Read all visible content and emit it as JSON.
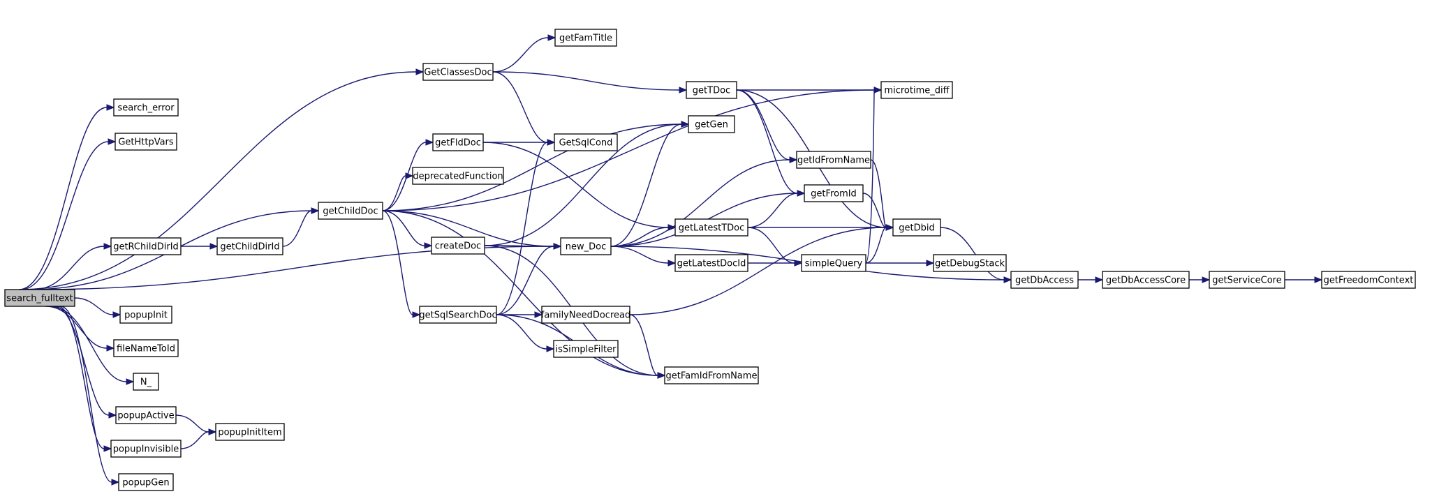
{
  "nodes": {
    "search_fulltext": "search_fulltext",
    "search_error": "search_error",
    "GetHttpVars": "GetHttpVars",
    "getChildDoc": "getChildDoc",
    "getRChildDirId": "getRChildDirId",
    "getChildDirId": "getChildDirId",
    "popupInit": "popupInit",
    "fileNameToId": "fileNameToId",
    "N_": "N_",
    "popupActive": "popupActive",
    "popupInvisible": "popupInvisible",
    "popupInitItem": "popupInitItem",
    "popupGen": "popupGen",
    "GetClassesDoc": "GetClassesDoc",
    "getFamTitle": "getFamTitle",
    "getFldDoc": "getFldDoc",
    "deprecatedFunction": "deprecatedFunction",
    "createDoc": "createDoc",
    "getSqlSearchDoc": "getSqlSearchDoc",
    "GetSqlCond": "GetSqlCond",
    "new_Doc": "new_Doc",
    "familyNeedDocread": "familyNeedDocread",
    "isSimpleFilter": "isSimpleFilter",
    "getTDoc": "getTDoc",
    "getGen": "getGen",
    "getLatestTDoc": "getLatestTDoc",
    "getLatestDocId": "getLatestDocId",
    "getFamIdFromName": "getFamIdFromName",
    "microtime_diff": "microtime_diff",
    "getIdFromName": "getIdFromName",
    "getFromId": "getFromId",
    "simpleQuery": "simpleQuery",
    "getDbid": "getDbid",
    "getDebugStack": "getDebugStack",
    "getDbAccess": "getDbAccess",
    "getDbAccessCore": "getDbAccessCore",
    "getServiceCore": "getServiceCore",
    "getFreedomContext": "getFreedomContext"
  },
  "edges": [
    [
      "search_fulltext",
      "search_error"
    ],
    [
      "search_fulltext",
      "GetHttpVars"
    ],
    [
      "search_fulltext",
      "GetClassesDoc"
    ],
    [
      "search_fulltext",
      "getChildDoc"
    ],
    [
      "search_fulltext",
      "getRChildDirId"
    ],
    [
      "search_fulltext",
      "new_Doc"
    ],
    [
      "search_fulltext",
      "popupInit"
    ],
    [
      "search_fulltext",
      "fileNameToId"
    ],
    [
      "search_fulltext",
      "N_"
    ],
    [
      "search_fulltext",
      "popupActive"
    ],
    [
      "search_fulltext",
      "popupInvisible"
    ],
    [
      "search_fulltext",
      "popupGen"
    ],
    [
      "getRChildDirId",
      "getChildDirId"
    ],
    [
      "getChildDirId",
      "getChildDoc"
    ],
    [
      "popupActive",
      "popupInitItem"
    ],
    [
      "popupInvisible",
      "popupInitItem"
    ],
    [
      "GetClassesDoc",
      "getFamTitle"
    ],
    [
      "GetClassesDoc",
      "getTDoc"
    ],
    [
      "GetClassesDoc",
      "GetSqlCond"
    ],
    [
      "getChildDoc",
      "microtime_diff"
    ],
    [
      "getChildDoc",
      "getGen"
    ],
    [
      "getChildDoc",
      "getFldDoc"
    ],
    [
      "getChildDoc",
      "deprecatedFunction"
    ],
    [
      "getChildDoc",
      "createDoc"
    ],
    [
      "getChildDoc",
      "new_Doc"
    ],
    [
      "getChildDoc",
      "getSqlSearchDoc"
    ],
    [
      "getChildDoc",
      "getFamIdFromName"
    ],
    [
      "getFldDoc",
      "GetSqlCond"
    ],
    [
      "getFldDoc",
      "getLatestTDoc"
    ],
    [
      "createDoc",
      "new_Doc"
    ],
    [
      "createDoc",
      "getGen"
    ],
    [
      "createDoc",
      "getFamIdFromName"
    ],
    [
      "getSqlSearchDoc",
      "GetSqlCond"
    ],
    [
      "getSqlSearchDoc",
      "new_Doc"
    ],
    [
      "getSqlSearchDoc",
      "familyNeedDocread"
    ],
    [
      "getSqlSearchDoc",
      "isSimpleFilter"
    ],
    [
      "getSqlSearchDoc",
      "getFamIdFromName"
    ],
    [
      "familyNeedDocread",
      "getFamIdFromName"
    ],
    [
      "familyNeedDocread",
      "getDbid"
    ],
    [
      "new_Doc",
      "getGen"
    ],
    [
      "new_Doc",
      "getIdFromName"
    ],
    [
      "new_Doc",
      "getFromId"
    ],
    [
      "new_Doc",
      "getLatestTDoc"
    ],
    [
      "new_Doc",
      "getLatestDocId"
    ],
    [
      "new_Doc",
      "getDbAccess"
    ],
    [
      "getTDoc",
      "microtime_diff"
    ],
    [
      "getTDoc",
      "getIdFromName"
    ],
    [
      "getTDoc",
      "getFromId"
    ],
    [
      "getTDoc",
      "getDbid"
    ],
    [
      "getLatestTDoc",
      "getFromId"
    ],
    [
      "getLatestTDoc",
      "getDbid"
    ],
    [
      "getLatestTDoc",
      "simpleQuery"
    ],
    [
      "getLatestDocId",
      "simpleQuery"
    ],
    [
      "getIdFromName",
      "getDbid"
    ],
    [
      "getFromId",
      "getDbid"
    ],
    [
      "simpleQuery",
      "microtime_diff"
    ],
    [
      "simpleQuery",
      "getDbid"
    ],
    [
      "simpleQuery",
      "getDebugStack"
    ],
    [
      "getDbid",
      "getDbAccess"
    ],
    [
      "getDbAccess",
      "getDbAccessCore"
    ],
    [
      "getDbAccessCore",
      "getServiceCore"
    ],
    [
      "getServiceCore",
      "getFreedomContext"
    ]
  ]
}
